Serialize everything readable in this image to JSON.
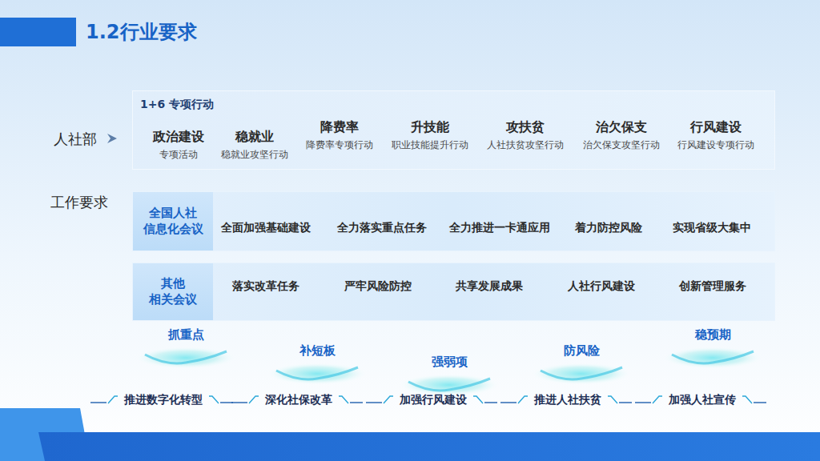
{
  "diagram": {
    "title": "1.2行业要求",
    "nodes": [
      {
        "text": [
          "1+6 专项行动"
        ]
      },
      {
        "text": [
          "政治建设",
          "专项活动"
        ],
        "in": 0
      },
      {
        "text": [
          "稳就业",
          "稳就业攻坚行动"
        ],
        "in": 0
      },
      {
        "text": [
          "降费率",
          "降费率专项行动"
        ],
        "in": 0
      },
      {
        "text": [
          "升技能",
          "职业技能提升行动"
        ],
        "in": 0
      },
      {
        "text": [
          "攻扶贫",
          "人社扶贫攻坚行动"
        ],
        "in": 0
      },
      {
        "text": [
          "治欠保支",
          "治欠保支攻坚行动"
        ],
        "in": 0
      },
      {
        "text": [
          "行风建设",
          "行风建设专项行动"
        ],
        "in": 0
      },
      {
        "text": [
          "全国人社 信息化会议"
        ]
      },
      {
        "text": [
          "全面加强基础建设"
        ],
        "in": 8
      },
      {
        "text": [
          "全力落实重点任务"
        ],
        "in": 8
      },
      {
        "text": [
          "全力推进一卡通应用"
        ],
        "in": 8
      },
      {
        "text": [
          "着力防控风险"
        ],
        "in": 8
      },
      {
        "text": [
          "实现省级大集中"
        ],
        "in": 8
      },
      {
        "text": [
          "其他 相关会议"
        ]
      },
      {
        "text": [
          "落实改革任务"
        ],
        "in": 14
      },
      {
        "text": [
          "严牢风险防控"
        ],
        "in": 14
      },
      {
        "text": [
          "共享发展成果"
        ],
        "in": 14
      },
      {
        "text": [
          "人社行风建设"
        ],
        "in": 14
      },
      {
        "text": [
          "创新管理服务"
        ],
        "in": 14
      },
      {
        "text": [
          "抓重点"
        ]
      },
      {
        "text": [
          "补短板"
        ]
      },
      {
        "text": [
          "强弱项"
        ]
      },
      {
        "text": [
          "防风险"
        ]
      },
      {
        "text": [
          "稳预期"
        ]
      }
    ],
    "labels": [
      "人社部",
      "工作要求",
      "推进数字化转型",
      "深化社保改革",
      "加强行风建设",
      "推进人社扶贫",
      "加强人社宣传"
    ]
  }
}
